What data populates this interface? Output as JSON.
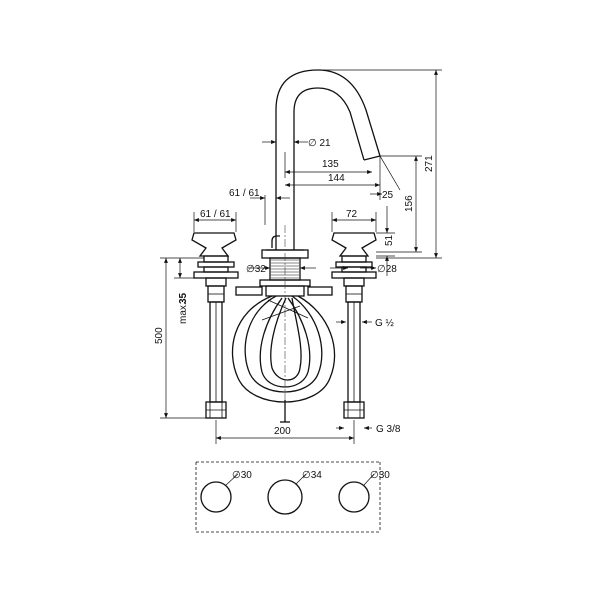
{
  "dimensions": {
    "d21": "∅ 21",
    "d135": "135",
    "d144": "144",
    "d25": "25",
    "d61a": "61 / 61",
    "d61b": "61 / 61",
    "d72": "72",
    "d51": "51",
    "d156": "156",
    "d271": "271",
    "d32": "∅32",
    "d28": "∅28",
    "g12": "G ½",
    "max": "max.",
    "max35": "35",
    "d500": "500",
    "d200": "200",
    "g38": "G 3/8",
    "h30a": "∅30",
    "h34": "∅34",
    "h30b": "∅30"
  }
}
